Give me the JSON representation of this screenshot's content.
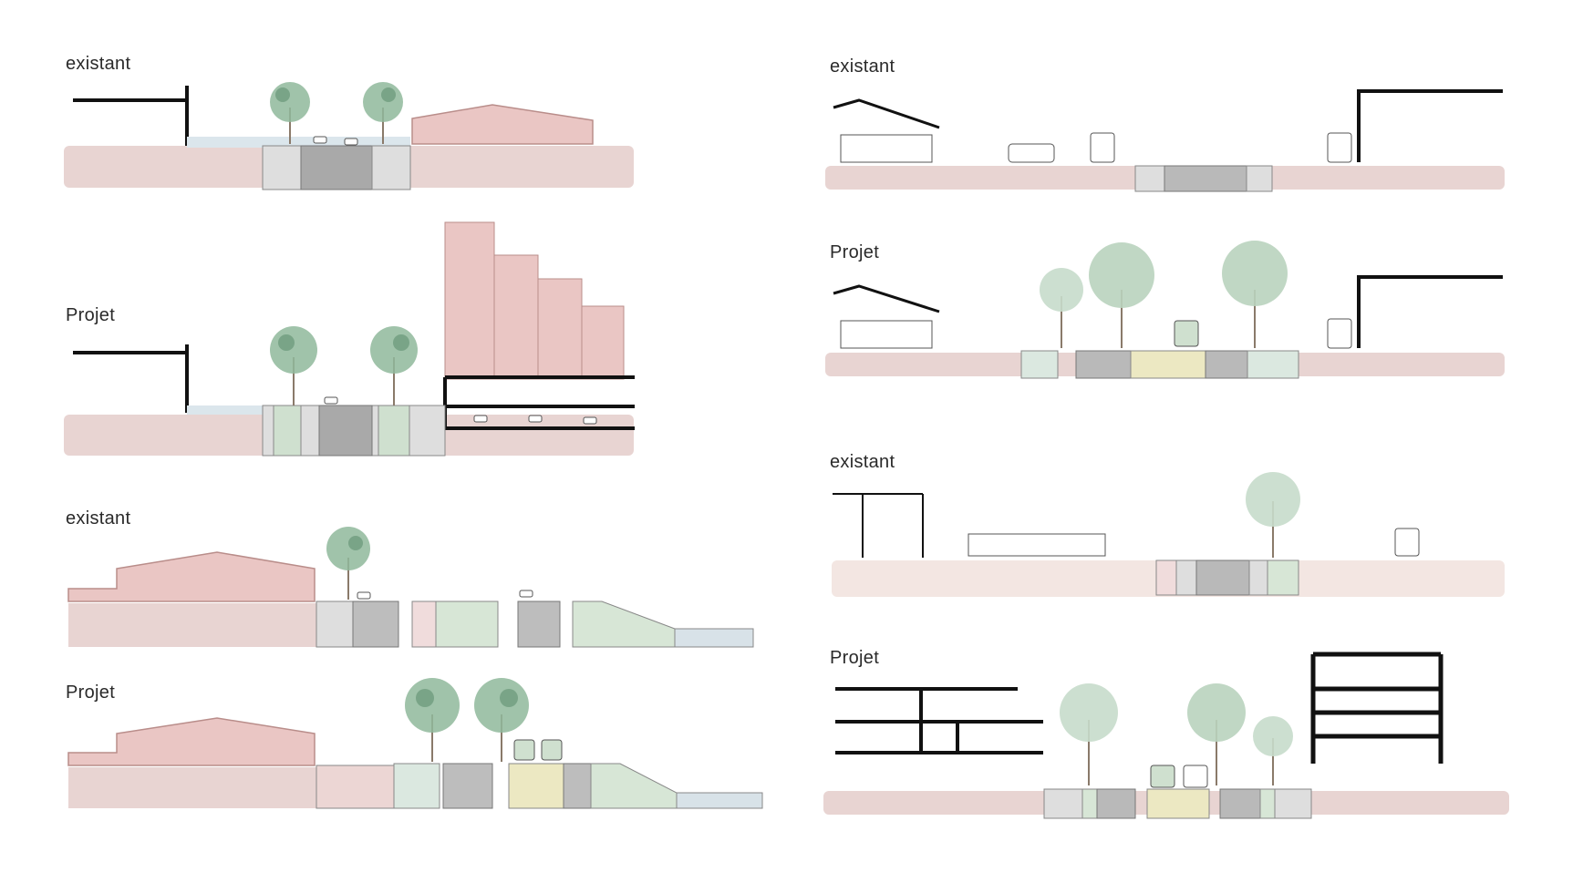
{
  "colors": {
    "ground": "#e8d4d2",
    "building": "#eac6c4",
    "building_edge": "#b98d8a",
    "road": "#b2b2b2",
    "sidewalk": "#dedede",
    "greenery": "#d7e6d6",
    "tree": "#8fb89b",
    "tree_dark": "#5f8f70",
    "bus_lane": "#ece8c2",
    "water": "#d8e2e8",
    "structure": "#111111",
    "text": "#2a2a2a"
  },
  "sections": [
    {
      "id": "left-1",
      "label": "existant"
    },
    {
      "id": "left-2",
      "label": "Projet"
    },
    {
      "id": "left-3",
      "label": "existant"
    },
    {
      "id": "left-4",
      "label": "Projet"
    },
    {
      "id": "right-1",
      "label": "existant"
    },
    {
      "id": "right-2",
      "label": "Projet"
    },
    {
      "id": "right-3",
      "label": "existant"
    },
    {
      "id": "right-4",
      "label": "Projet"
    }
  ]
}
